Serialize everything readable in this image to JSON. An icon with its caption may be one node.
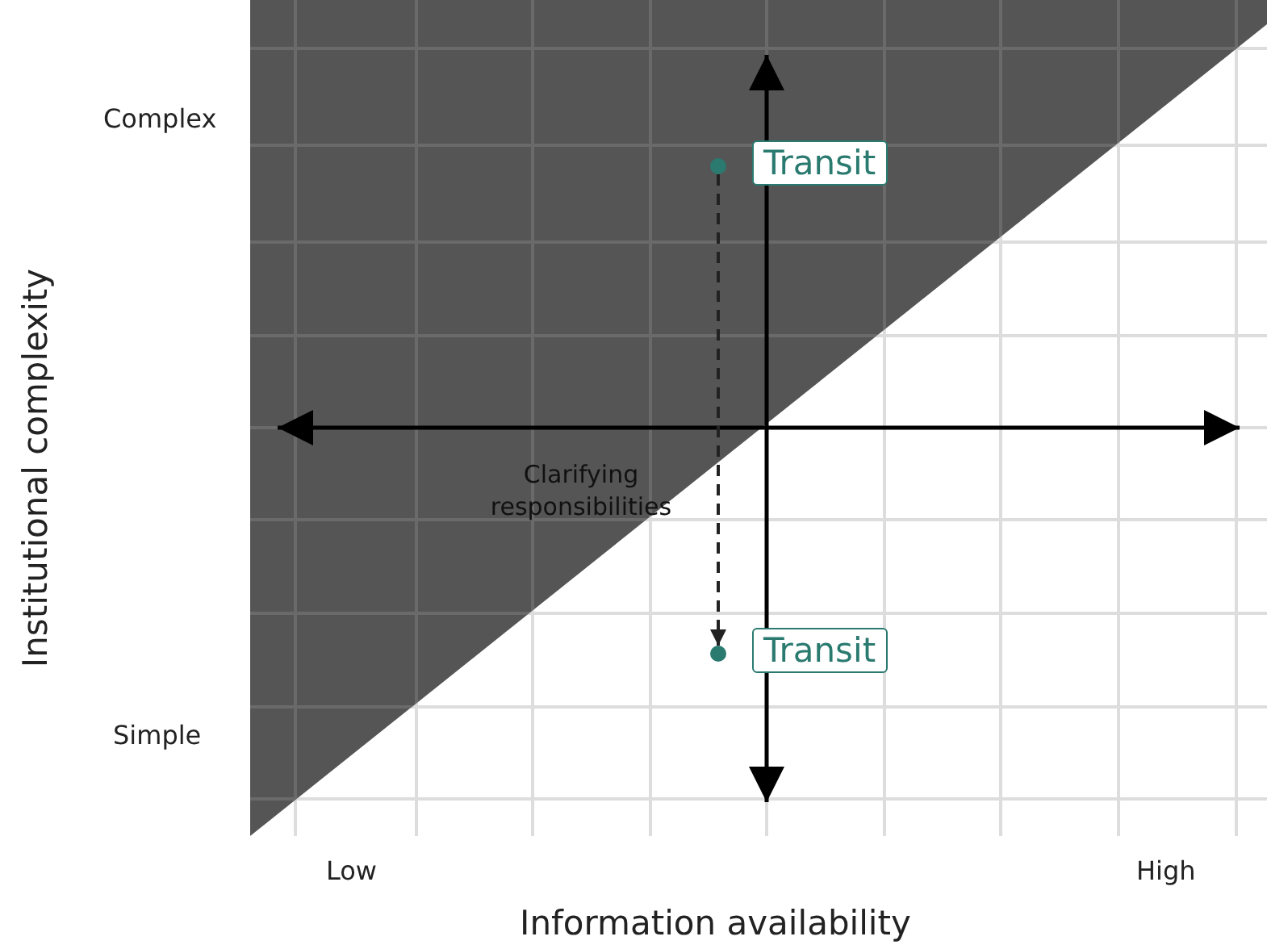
{
  "diagram": {
    "nodes": [
      {
        "text": [],
        "shape": "circle"
      },
      {
        "text": [
          "Transit"
        ]
      },
      {
        "text": [],
        "shape": "circle"
      },
      {
        "text": [
          "Transit"
        ]
      }
    ],
    "edges": [
      {
        "from": 0,
        "to": 2,
        "arrow": "to",
        "style": "dashed",
        "label": "Clarifying responsibilities"
      }
    ],
    "labels": [
      "Complex",
      "Institutional complexity",
      "Simple",
      "Low",
      "High",
      "Information availability"
    ]
  }
}
